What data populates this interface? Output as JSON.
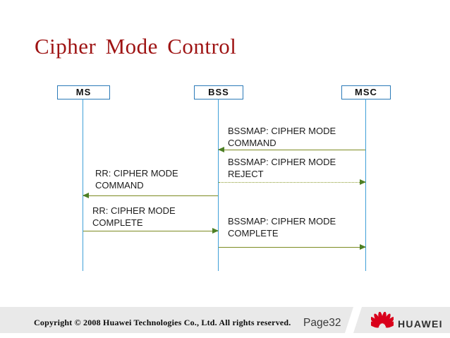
{
  "slide": {
    "title": "Cipher Mode Control"
  },
  "colors": {
    "title_red": "#9e1313",
    "entity_border_blue": "#2b7ab8",
    "lifeline_blue": "#3f9fd8",
    "arrow_olive": "#7d8b21",
    "arrowhead_green": "#4e8026",
    "footer_band_gray": "#e9e9e9",
    "huawei_red": "#d9001b"
  },
  "diagram": {
    "entities": [
      {
        "label": "MS"
      },
      {
        "label": "BSS"
      },
      {
        "label": "MSC"
      }
    ],
    "messages": [
      {
        "label": "BSSMAP: CIPHER MODE COMMAND",
        "from": "MSC",
        "to": "BSS",
        "line": "solid"
      },
      {
        "label": "BSSMAP: CIPHER MODE REJECT",
        "from": "BSS",
        "to": "MSC",
        "line": "dotted"
      },
      {
        "label": "RR: CIPHER MODE COMMAND",
        "from": "BSS",
        "to": "MS",
        "line": "solid"
      },
      {
        "label": "RR: CIPHER MODE COMPLETE",
        "from": "MS",
        "to": "BSS",
        "line": "solid"
      },
      {
        "label": "BSSMAP: CIPHER MODE COMPLETE",
        "from": "BSS",
        "to": "MSC",
        "line": "solid"
      }
    ]
  },
  "footer": {
    "copyright": "Copyright © 2008 Huawei Technologies Co., Ltd. All rights reserved.",
    "page_label": "Page32",
    "logo_text": "HUAWEI"
  }
}
